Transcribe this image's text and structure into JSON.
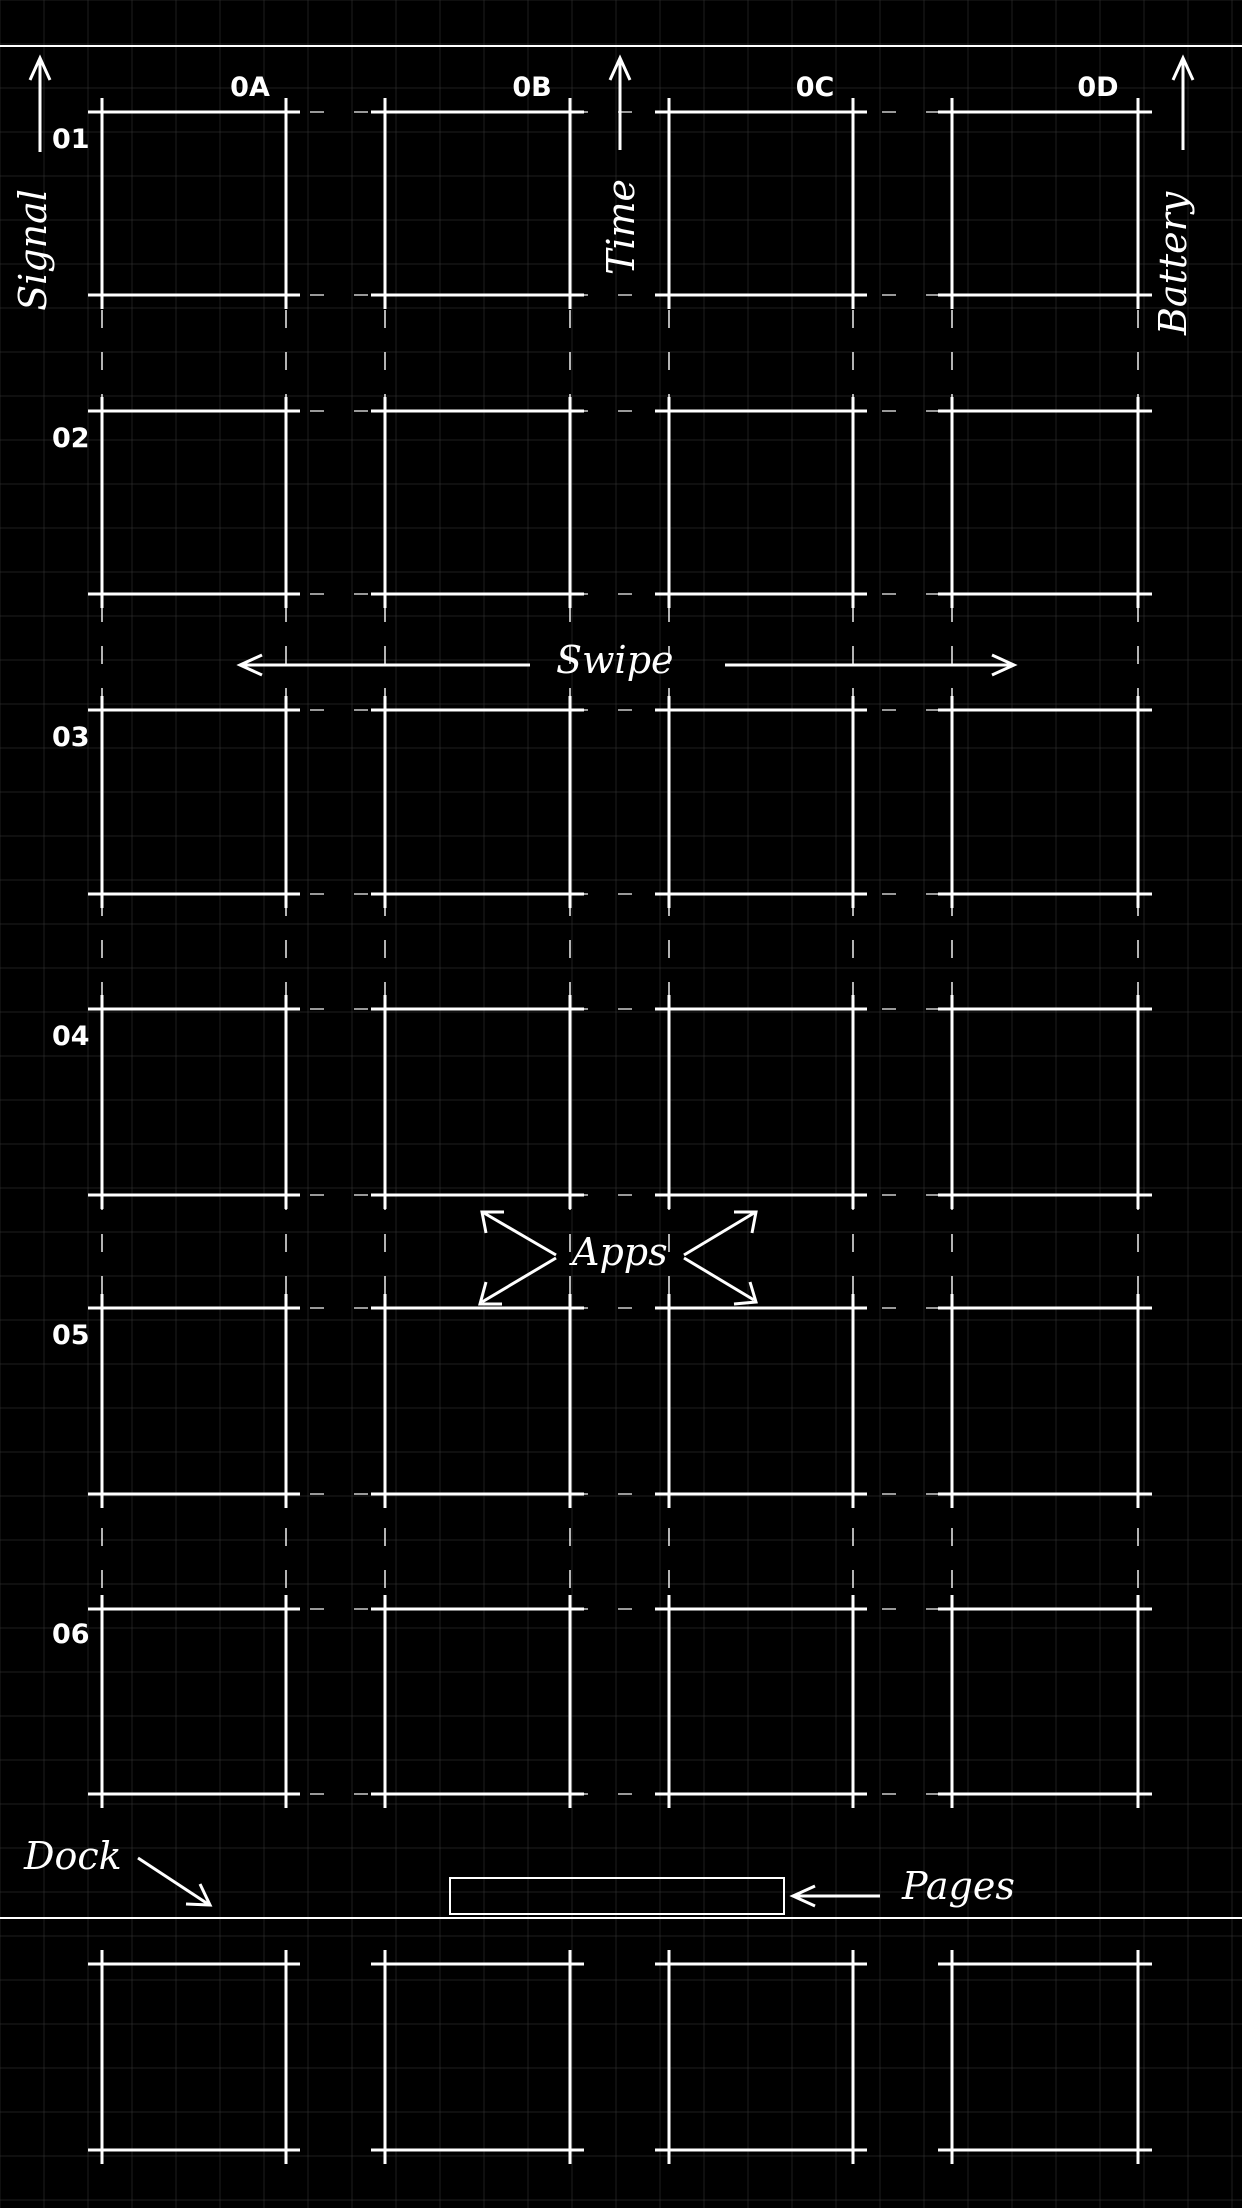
{
  "grid": {
    "columns": [
      "0A",
      "0B",
      "0C",
      "0D"
    ],
    "rows": [
      "01",
      "02",
      "03",
      "04",
      "05",
      "06"
    ]
  },
  "annotations": {
    "signal": "Signal",
    "time": "Time",
    "battery": "Battery",
    "swipe": "Swipe",
    "apps": "Apps",
    "dock": "Dock",
    "pages": "Pages"
  },
  "dock_slots": 4
}
